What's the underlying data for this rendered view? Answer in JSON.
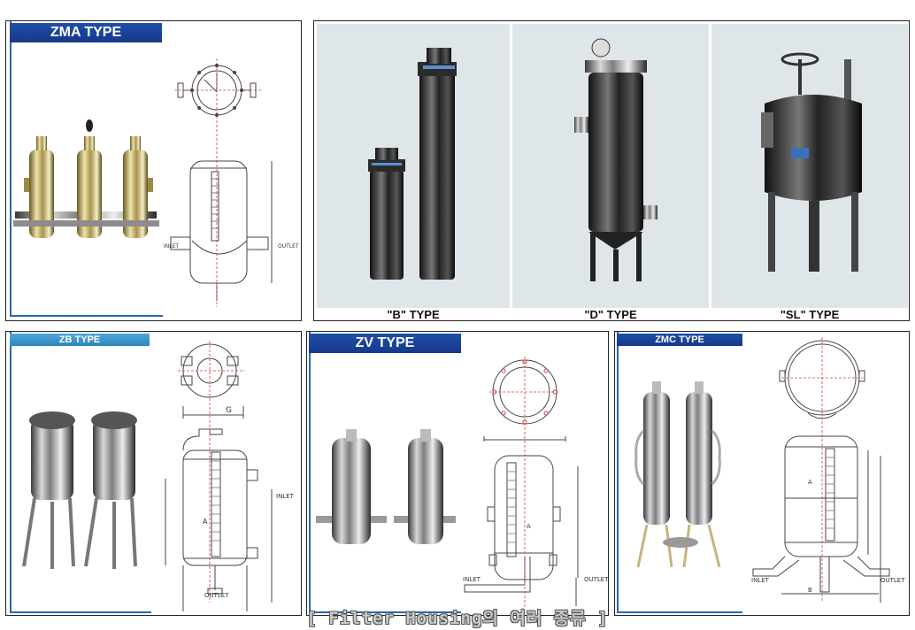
{
  "panels": {
    "zma": {
      "title": "ZMA TYPE",
      "label_inlet": "INLET",
      "label_outlet": "OUTLET"
    },
    "photos": {
      "captions": [
        "\"B\" TYPE",
        "\"D\" TYPE",
        "\"SL\" TYPE"
      ]
    },
    "zb": {
      "title": "ZB TYPE",
      "label_inlet": "INLET",
      "label_outlet": "OUTLET",
      "label_g": "G",
      "label_a": "A"
    },
    "zv": {
      "title": "ZV TYPE",
      "label_inlet": "INLET",
      "label_outlet": "OUTLET",
      "label_a": "A"
    },
    "zmc": {
      "title": "ZMC TYPE",
      "label_inlet": "INLET",
      "label_outlet": "OUTLET",
      "label_a": "A",
      "label_b": "B"
    }
  },
  "footer": "[ Filter Housing의 여러 종류 ]",
  "colors": {
    "title_dark": "#1f4fa8",
    "title_light": "#3c97cf",
    "photo_bg": "#dfe6ea"
  }
}
